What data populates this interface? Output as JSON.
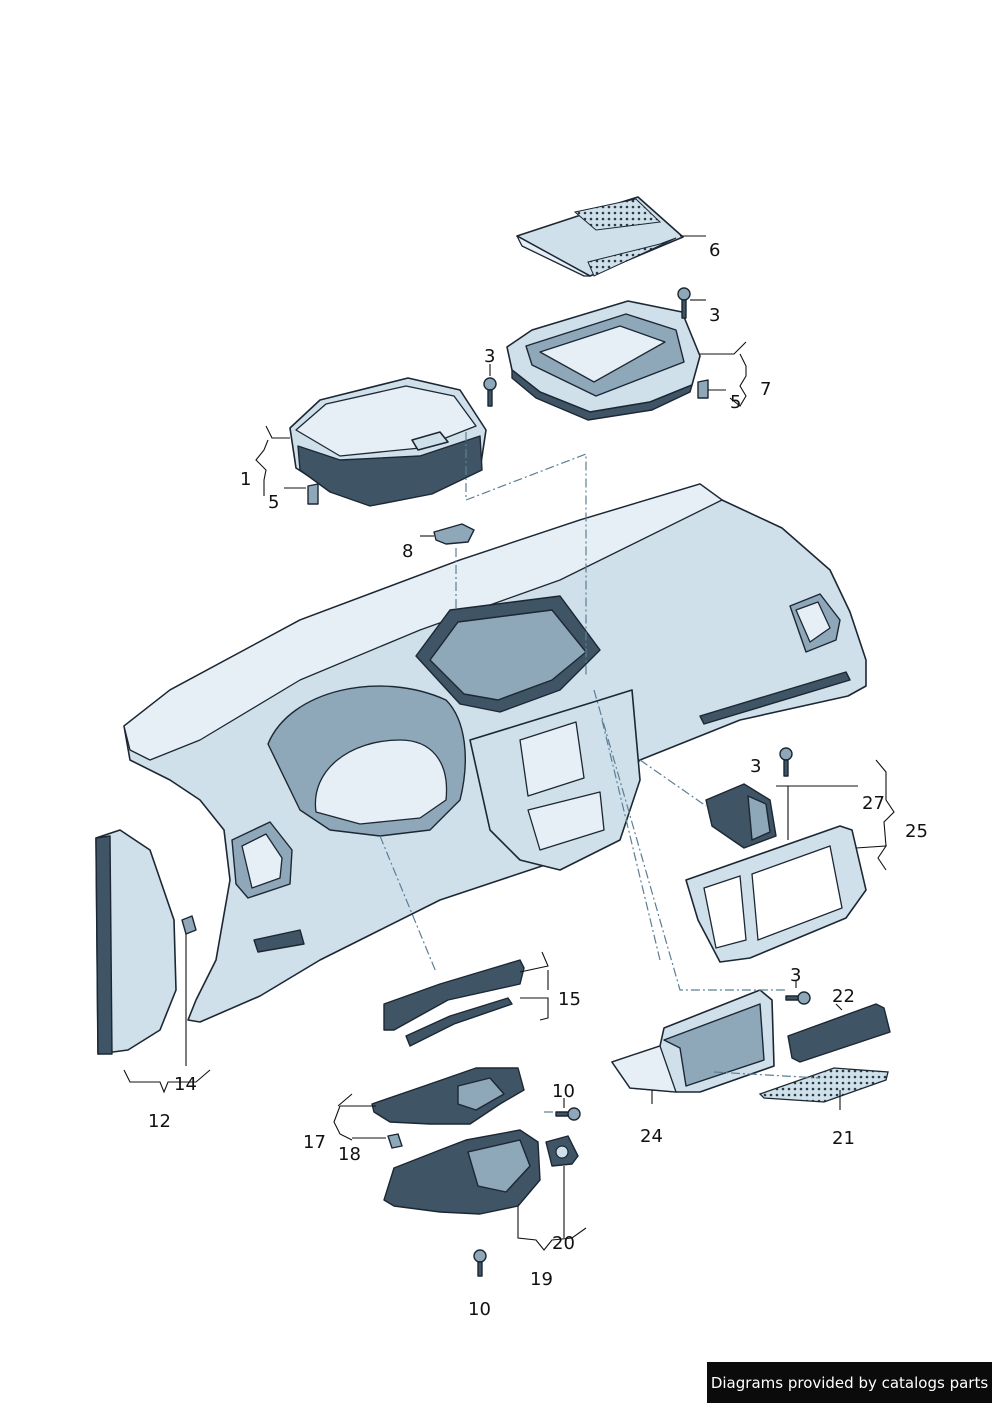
{
  "callouts": {
    "c1": "1",
    "c3a": "3",
    "c3b": "3",
    "c3c": "3",
    "c3d": "3",
    "c5a": "5",
    "c5b": "5",
    "c6": "6",
    "c7": "7",
    "c8": "8",
    "c10a": "10",
    "c10b": "10",
    "c12": "12",
    "c14": "14",
    "c15": "15",
    "c17": "17",
    "c18": "18",
    "c19": "19",
    "c20": "20",
    "c21": "21",
    "c22": "22",
    "c24": "24",
    "c25": "25",
    "c27": "27"
  },
  "credit": "Diagrams provided by catalogs parts",
  "colors": {
    "part_fill": "#cfe0ea",
    "part_dark": "#3f5566",
    "outline": "#1c2733",
    "dash_line": "#5a7f95",
    "credit_bg": "#0b0b0b"
  }
}
